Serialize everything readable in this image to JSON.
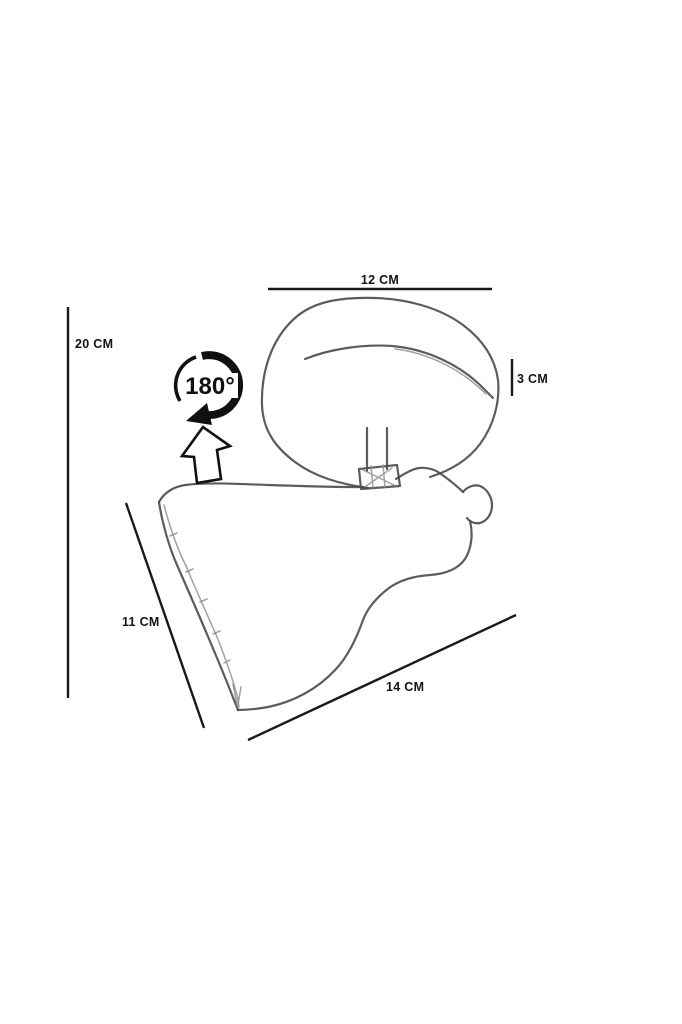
{
  "figure": {
    "background_color": "#ffffff",
    "ink_color": "#191919",
    "sketch_color": "#4a4a4a",
    "labels": {
      "top_width": "12 CM",
      "overall_height": "20 CM",
      "canopy_depth": "3 CM",
      "shade_opening": "11 CM",
      "overall_width": "14 CM"
    },
    "rotation_badge": {
      "text": "180°"
    }
  }
}
